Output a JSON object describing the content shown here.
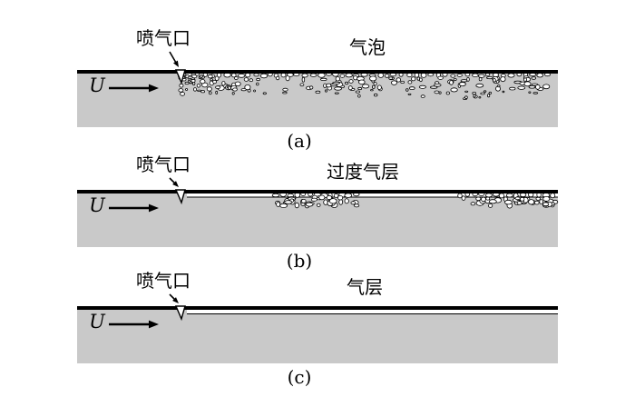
{
  "figure": {
    "colors": {
      "body_gray": "#c9c9c9",
      "line_black": "#000000",
      "air_white": "#ffffff",
      "background": "#ffffff"
    },
    "panels": [
      {
        "caption": "(a)",
        "injector_label": "喷气口",
        "region_label": "气泡",
        "flow_label": "U",
        "air_form": "bubbles"
      },
      {
        "caption": "(b)",
        "injector_label": "喷气口",
        "region_label": "过度气层",
        "flow_label": "U",
        "air_form": "transitional-air-layer"
      },
      {
        "caption": "(c)",
        "injector_label": "喷气口",
        "region_label": "气层",
        "flow_label": "U",
        "air_form": "air-layer"
      }
    ]
  }
}
